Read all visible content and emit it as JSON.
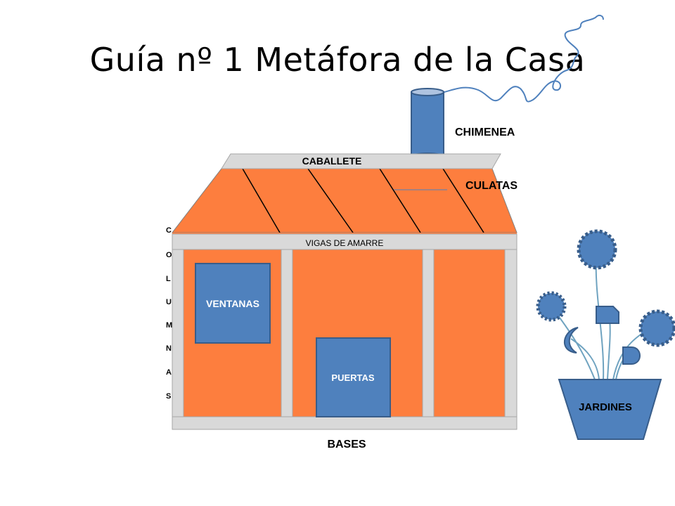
{
  "title": "Guía nº 1 Metáfora de la Casa",
  "labels": {
    "chimenea": "CHIMENEA",
    "caballete": "CABALLETE",
    "culatas": "CULATAS",
    "vigas": "VIGAS DE AMARRE",
    "ventanas": "VENTANAS",
    "puertas": "PUERTAS",
    "bases": "BASES",
    "jardines": "JARDINES",
    "columnas": [
      "C",
      "O",
      "L",
      "U",
      "M",
      "N",
      "A",
      "S"
    ]
  },
  "colors": {
    "wall": "#fd7e3e",
    "roof": "#fd7e3e",
    "beam": "#d9d9d9",
    "blue": "#4f81bd",
    "blue_dark": "#385d8a",
    "stem": "#6fa3c0"
  }
}
